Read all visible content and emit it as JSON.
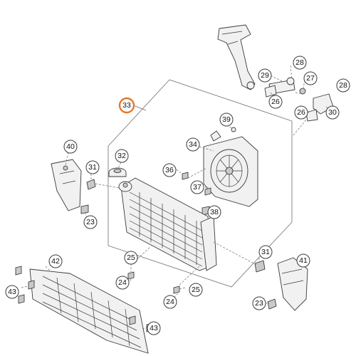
{
  "callouts": {
    "c28a": "28",
    "c29": "29",
    "c27": "27",
    "c28b": "28",
    "c26a": "26",
    "c26b": "26",
    "c30": "30",
    "c33": "33",
    "c39": "39",
    "c34": "34",
    "c32": "32",
    "c40": "40",
    "c31a": "31",
    "c36": "36",
    "c37": "37",
    "c38": "38",
    "c23a": "23",
    "c25a": "25",
    "c31b": "31",
    "c42": "42",
    "c41": "41",
    "c24a": "24",
    "c25b": "25",
    "c43a": "43",
    "c24b": "24",
    "c23b": "23",
    "c43b": "43"
  },
  "colors": {
    "highlight": "#e8762b",
    "ink": "#3a3a3a"
  }
}
